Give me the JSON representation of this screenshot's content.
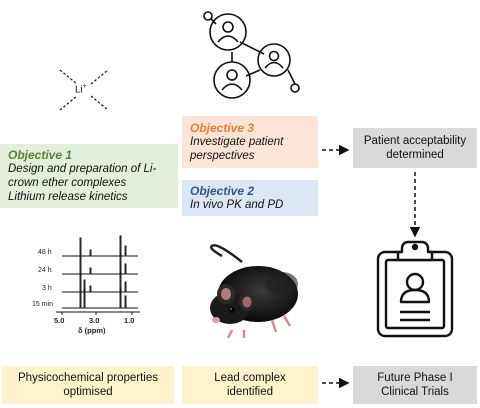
{
  "lithium_label": "Li",
  "lithium_charge": "+",
  "objective1": {
    "title": "Objective 1",
    "lines": [
      "Design and preparation of Li-",
      "crown ether complexes",
      "Lithium release kinetics"
    ]
  },
  "objective3": {
    "title": "Objective 3",
    "lines": [
      "Investigate patient",
      "perspectives"
    ]
  },
  "objective2": {
    "title": "Objective 2",
    "lines": [
      "In vivo PK and PD"
    ]
  },
  "patient_box": {
    "lines": [
      "Patient acceptability",
      "determined"
    ]
  },
  "nmr": {
    "time_labels": [
      "48 h",
      "24 h",
      "3 h",
      "15 min"
    ],
    "x_ticks": [
      "5.0",
      "3.0",
      "1.0"
    ],
    "x_axis_label": "δ (ppm)"
  },
  "bottom": {
    "phys": {
      "lines": [
        "Physicochemical properties",
        "optimised"
      ]
    },
    "lead": {
      "lines": [
        "Lead complex",
        "identified"
      ]
    },
    "future": {
      "lines": [
        "Future Phase I",
        "Clinical Trials"
      ]
    }
  },
  "colors": {
    "objective1_bg": "#e2efda",
    "objective1_title": "#548235",
    "objective3_bg": "#fce4d6",
    "objective3_title": "#ed7d31",
    "objective2_bg": "#dde6f3",
    "objective2_title": "#2f5597",
    "gray_box": "#d9d9d9",
    "yellow_box": "#fff2cc"
  },
  "icons": [
    "lithium-crown-structure",
    "people-network-icon",
    "clipboard-user-icon",
    "mouse-image",
    "nmr-spectrum"
  ]
}
